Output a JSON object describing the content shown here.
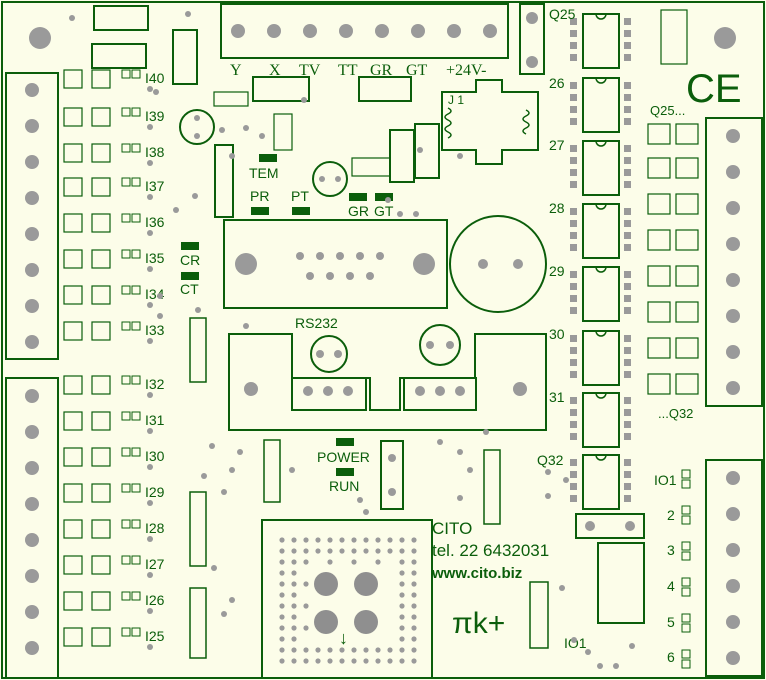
{
  "board": {
    "colors": {
      "background": "#fcfde9",
      "silkscreen": "#0b5e0b",
      "pad": "#9a9a9a",
      "pad_dark": "#6f6f6f"
    },
    "top_connector_labels": [
      "Y",
      "X",
      "TV",
      "TT",
      "GR",
      "GT",
      "+24V-"
    ],
    "input_labels": [
      "I40",
      "I39",
      "I38",
      "I37",
      "I36",
      "I35",
      "I34",
      "I33",
      "I32",
      "I31",
      "I30",
      "I29",
      "I28",
      "I27",
      "I26",
      "I25"
    ],
    "output_labels": [
      "Q25",
      "26",
      "27",
      "28",
      "29",
      "30",
      "31",
      "Q32"
    ],
    "output_block_top": "Q25...",
    "output_block_bottom": "...Q32",
    "relay_marker": "J 1",
    "led_labels": {
      "tem": "TEM",
      "pr": "PR",
      "pt": "PT",
      "gr": "GR",
      "gt": "GT",
      "cr": "CR",
      "ct": "CT"
    },
    "port_label": "RS232",
    "status_labels": {
      "power": "POWER",
      "run": "RUN"
    },
    "io_labels": [
      "IO1",
      "2",
      "3",
      "4",
      "5",
      "6"
    ],
    "io_bottom_label": "IO1",
    "company": {
      "name": "CITO",
      "phone": "tel. 22 6432031",
      "website": "www.cito.biz"
    },
    "ce_mark": "CE",
    "logo_text": "πk+",
    "arrow_glyph": "↓"
  }
}
